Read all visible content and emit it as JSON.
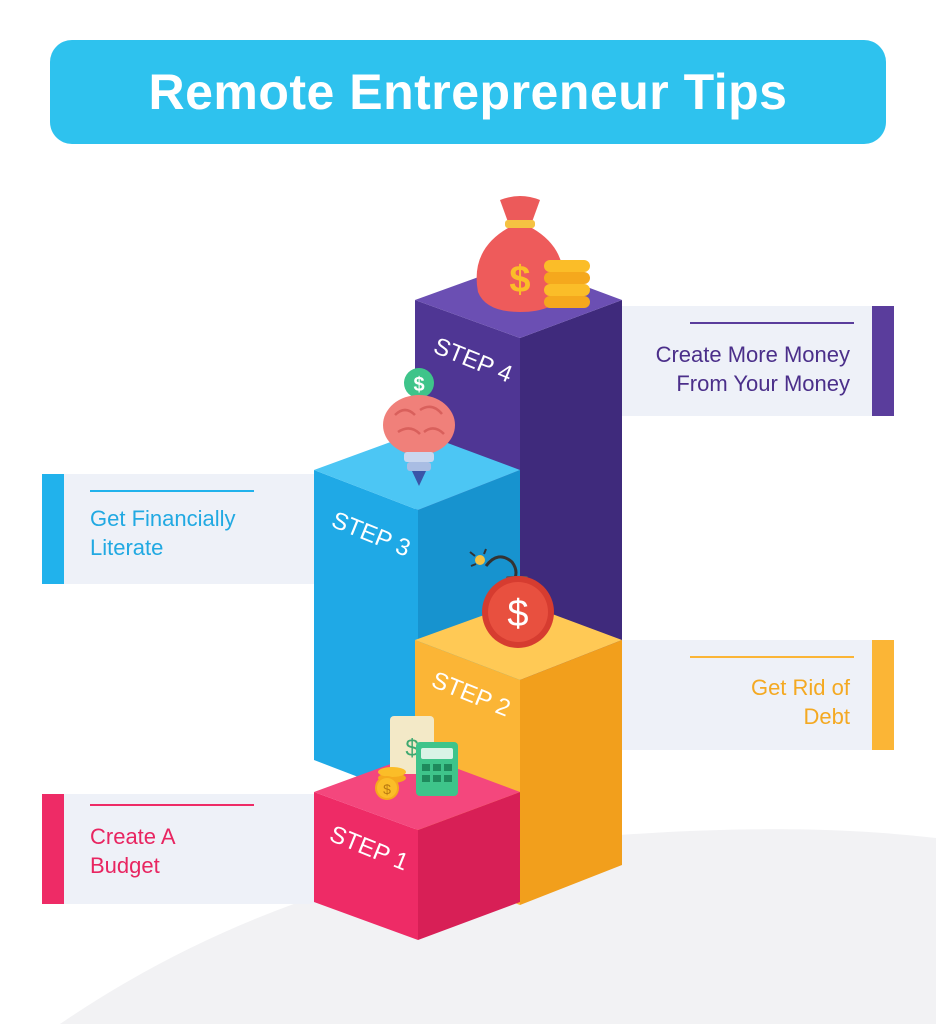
{
  "title": "Remote Entrepreneur Tips",
  "colors": {
    "title_bg": "#2ec2ee",
    "step1": "#ee2b66",
    "step2": "#fbb536",
    "step3": "#21b2ec",
    "step4": "#5a3d9c",
    "card_bg": "#eef1f8"
  },
  "steps": [
    {
      "label": "STEP 1",
      "tip_line1": "Create A",
      "tip_line2": "Budget",
      "icon": "calculator-coins-icon"
    },
    {
      "label": "STEP 2",
      "tip_line1": "Get Rid of",
      "tip_line2": "Debt",
      "icon": "bomb-dollar-icon"
    },
    {
      "label": "STEP 3",
      "tip_line1": "Get Financially",
      "tip_line2": "Literate",
      "icon": "brain-bulb-icon"
    },
    {
      "label": "STEP 4",
      "tip_line1": "Create More Money",
      "tip_line2": "From Your Money",
      "icon": "money-bag-icon"
    }
  ]
}
